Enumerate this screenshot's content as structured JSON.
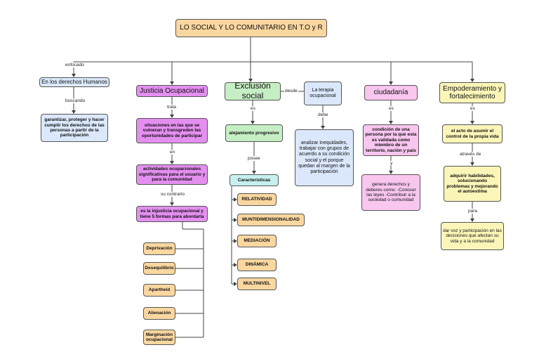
{
  "title": "LO SOCIAL Y LO COMUNITARIO EN T.O y R",
  "branches": {
    "derechos": {
      "link": "enfocado",
      "head": "En los derechos Humanos",
      "link2": "buscando",
      "detail": "garantizar, proteger y hacer cumplir los derechos de las personas a partir de la participación"
    },
    "justicia": {
      "head": "Justicia Ocupacional",
      "link1": "trata",
      "box1": "situaciones en  las que se vulneran y  transgreden las oportunidades de  participar",
      "link2": "en",
      "box2": "actividades ocupacionales significativas para el  usuario y para la comunidad",
      "link3": "su contrario",
      "box3": "es la injusticia ocupacional y tiene 5 formas para abordarla",
      "forms": [
        "Deprivación",
        "Desequilibrio",
        "Apartheid",
        "Alienación",
        "Marginación ocupacional"
      ]
    },
    "exclusion": {
      "head": "Exclusión social",
      "link1": "es",
      "box1": "alejamiento progresivo",
      "link2": "posee",
      "box2": "Características",
      "features": [
        "RELATIVIDAD",
        "MUNTIDIMENSIONALIDAD",
        "MEDIACIÓN",
        "DINÁMICA",
        "MULTINIVEL"
      ],
      "link3": "desde"
    },
    "terapia": {
      "head": "La terapia ocupacional",
      "link": "debe",
      "detail": "analizar inequidades, trabajar con grupos de acuerdo a su condición social y el porque quedan al margen de la participación"
    },
    "ciudadania": {
      "head": "ciudadanía",
      "link1": "es",
      "box1": "condición de una persona por la que esta es validada  como miembro de un territorio, nación y país",
      "link2": "y",
      "box2": "genera derechos y deberes como: -Conocer las leyes -Contribuir a la sociedad o comunidad"
    },
    "empoderamiento": {
      "head": "Empoderamiento y fortalecimiento",
      "link1": "es",
      "box1": "el acto de asumir el control de la propia vida",
      "link2": "através de",
      "box2": "adquirir habilidades, solucionando problemas y mejorando el autoestima",
      "link3": "para",
      "box3": "dar voz  y participación en las decisiones que afectan su vida y a la comunidad"
    }
  }
}
